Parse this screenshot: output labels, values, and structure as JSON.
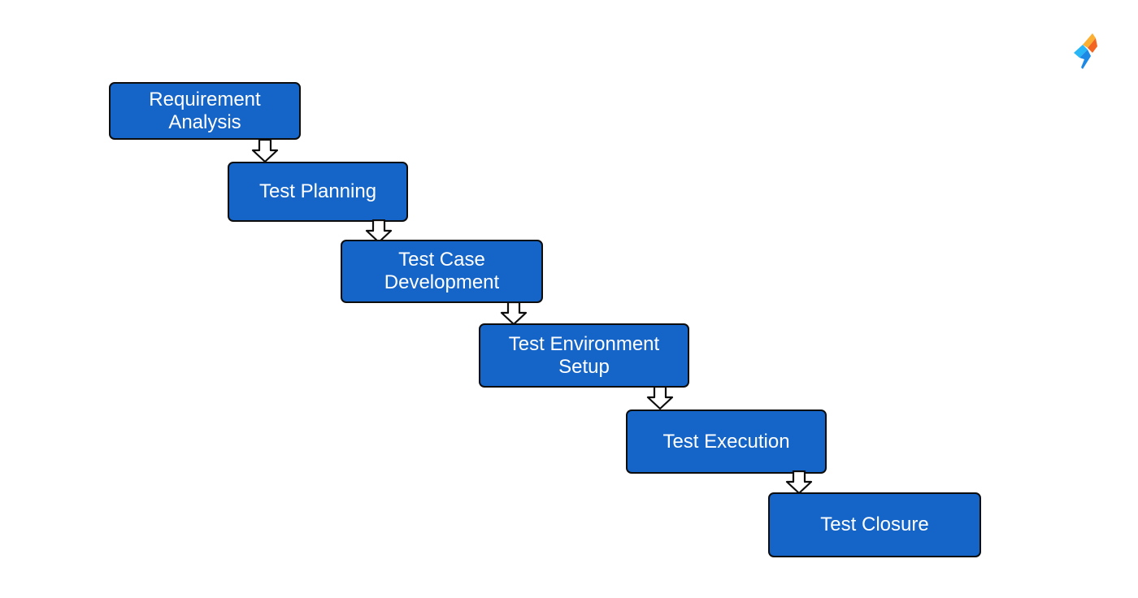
{
  "diagram": {
    "steps": [
      {
        "line1": "Requirement",
        "line2": "Analysis"
      },
      {
        "line1": "Test Planning",
        "line2": ""
      },
      {
        "line1": "Test Case",
        "line2": "Development"
      },
      {
        "line1": "Test Environment",
        "line2": "Setup"
      },
      {
        "line1": "Test Execution",
        "line2": ""
      },
      {
        "line1": "Test Closure",
        "line2": ""
      }
    ]
  },
  "colors": {
    "box_fill": "#1565c8",
    "box_border": "#0d0d0d",
    "box_text": "#ffffff",
    "arrow_fill": "#ffffff",
    "arrow_stroke": "#0d0d0d",
    "logo_orange": "#f26522",
    "logo_yellow": "#fbb034",
    "logo_blue": "#1e88e5",
    "logo_cyan": "#29b6f6"
  },
  "icons": {
    "logo": "brand-logo-icon",
    "arrow": "down-arrow-icon"
  }
}
